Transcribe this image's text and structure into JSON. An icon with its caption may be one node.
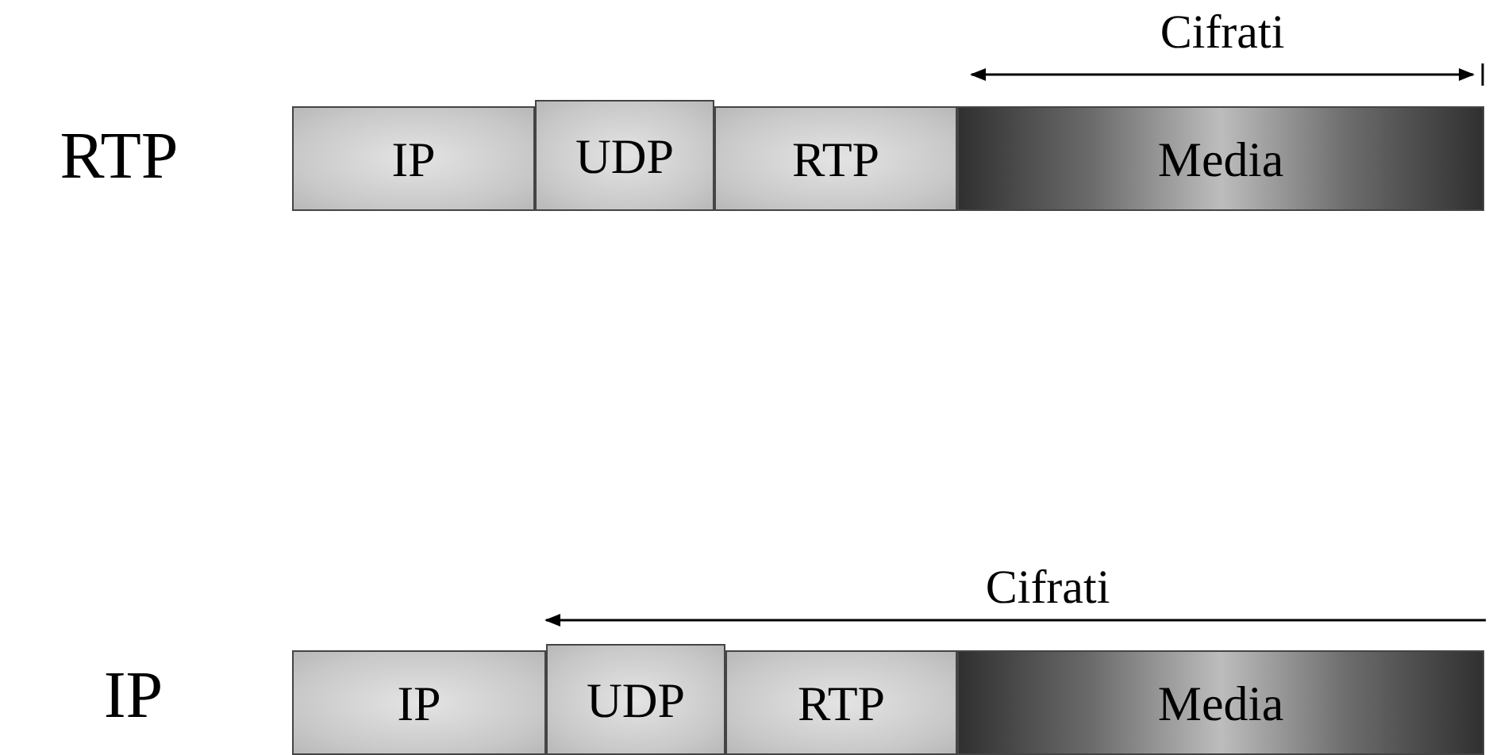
{
  "diagram": {
    "nodes": [
      {
        "text": [
          "IP"
        ]
      },
      {
        "text": [
          "UDP"
        ]
      },
      {
        "text": [
          "RTP"
        ]
      },
      {
        "text": [
          "Media"
        ]
      },
      {
        "text": [
          "IP"
        ]
      },
      {
        "text": [
          "UDP"
        ]
      },
      {
        "text": [
          "RTP"
        ]
      },
      {
        "text": [
          "Media"
        ]
      }
    ],
    "labels": [
      "Cifrati",
      "RTP",
      "Cifrati",
      "IP"
    ]
  }
}
